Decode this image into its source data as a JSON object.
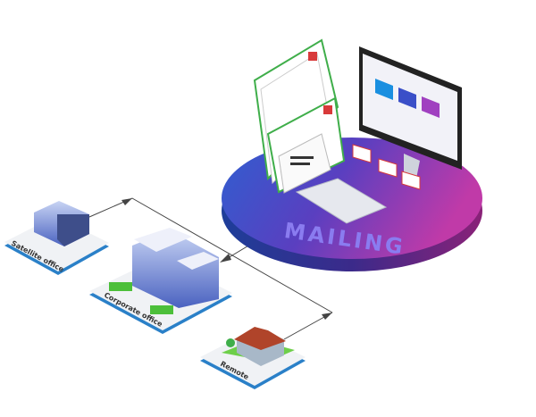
{
  "diagram": {
    "hub_label": "MAILING",
    "nodes": [
      {
        "label": "Satellite office"
      },
      {
        "label": "Corporate office"
      },
      {
        "label": "Remote"
      }
    ],
    "colors": {
      "platform_start": "#2f5fd0",
      "platform_mid": "#5a3fc0",
      "platform_end": "#c03aa8",
      "tile_edge": "#2a80c8",
      "connector": "#444444",
      "envelope_green": "#3fae4a",
      "envelope_red": "#d83a3a",
      "screen_tiles": [
        "#1a8fe0",
        "#3a4fc8",
        "#a040c0"
      ]
    }
  }
}
